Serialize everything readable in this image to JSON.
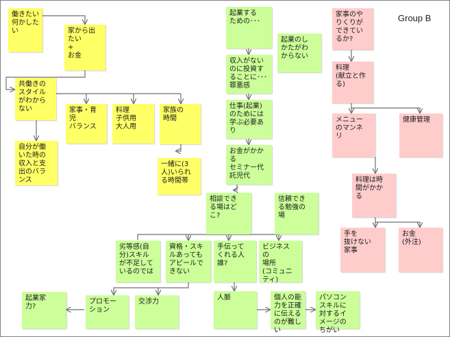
{
  "group_label": "Group B",
  "colors": {
    "yellow": "#ffff66",
    "green": "#ccff99",
    "pink": "#ffcccc",
    "line": "#6e6e6e"
  },
  "notes": {
    "y1": "働きたい\n何かした\nい",
    "y2": "家から出\nたい\n+\nお金",
    "y3": "共働きの\nスタイル\nがわから\nない",
    "y4": "家事・育\n児\nバランス",
    "y5": "料理\n子供用\n大人用",
    "y6": "家族の\n時間",
    "y7": "自分が働\nいた時の\n収入と支\n出のバラ\nンス",
    "y8": "一緒に(3\n人)いられ\nる時間帯",
    "g1": "起業する\nための･･･",
    "g2": "起業のし\nかたがわ\nからない",
    "g3": "収入がない\nのに投資す\nることに･･･\n罪悪感",
    "g4": "仕事(起業)\nのためには\n学ぶ必要あ\nり",
    "g5": "お金がかか\nる\nセミナー代\n託児代",
    "g6": "相談でき\nる場はど\nこ?",
    "g7": "信頼でき\nる勉強の\n場",
    "g8": "劣等感(自\n分)スキル\nが不足して\nいるのでは",
    "g9": "資格・スキ\nルあっても\nアピールで\nきない",
    "g10": "手伝って\nくれる人\n誰?",
    "g11": "ビジネス\nの\n場所\n(コミュニ\nティ)",
    "g12": "起業家\n力?",
    "g13": "プロモー\nション",
    "g14": "交渉力",
    "g15": "人脈",
    "g16": "個人の能\n力を正確\nに伝える\nのが難し\nい",
    "g17": "パソコン\nスキルに\n対するイ\nメージの\nちがい",
    "p1": "家事のや\nりくりが\nできてい\nるか?",
    "p2": "料理\n(献立と作\nる)",
    "p3": "メニュー\nのマンネ\nリ",
    "p4": "健康管理",
    "p5": "料理は時\n間がかか\nる",
    "p6": "手を\n抜けない\n家事",
    "p7": "お金\n(外注)"
  }
}
